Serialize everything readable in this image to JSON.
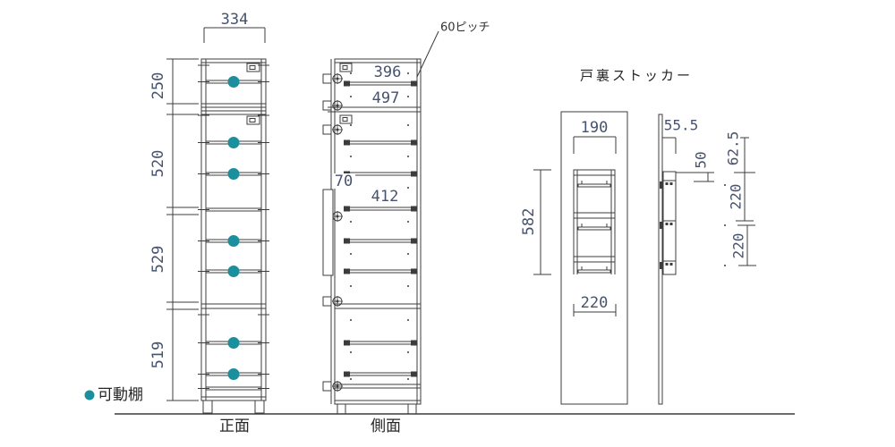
{
  "colors": {
    "line": "#3c3c3c",
    "dimension_text": "#47526e",
    "label_text": "#262626",
    "movable_shelf_accent": "#1b8f9e",
    "background": "#ffffff"
  },
  "legend": {
    "marker_icon": "teal-dot",
    "label": "可動棚"
  },
  "front_view": {
    "caption": "正面",
    "width": "334",
    "height_top": "250",
    "height_upper": "520",
    "height_middle": "529",
    "height_lower": "519"
  },
  "side_view": {
    "caption": "側面",
    "pitch_note": "60ピッチ",
    "depth_top": "396",
    "depth_upper": "497",
    "depth_shelf": "412",
    "handle": "70"
  },
  "stocker": {
    "title": "戸裏ストッカー",
    "inner_width": "190",
    "height": "582",
    "outer_width": "220",
    "depth": "55.5",
    "top_offset": "50",
    "top_gap": "62.5",
    "pitch_upper": "220",
    "pitch_lower": "220"
  }
}
